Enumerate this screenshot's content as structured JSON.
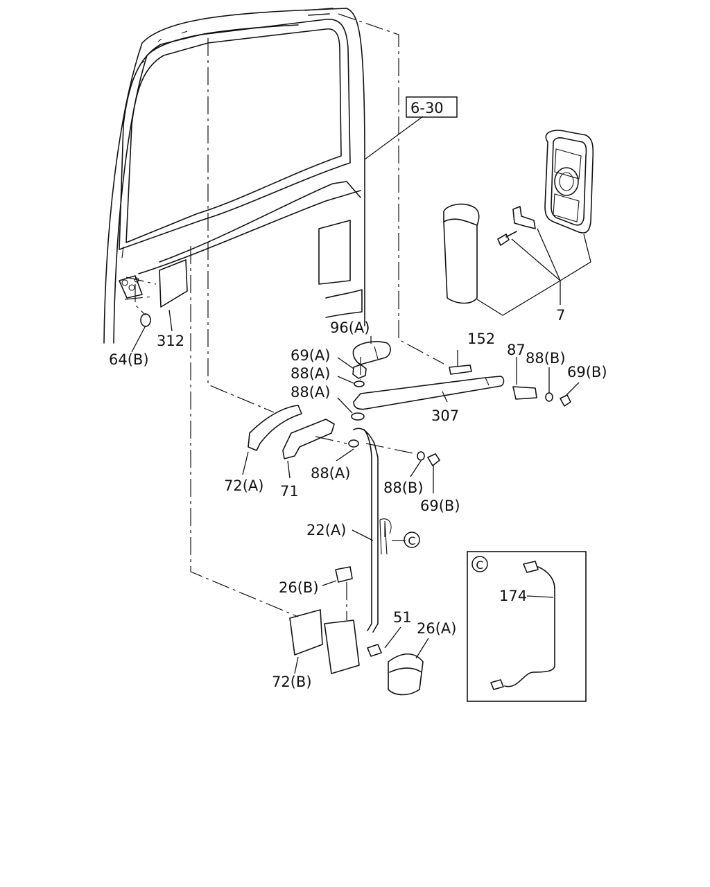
{
  "ref_box": "6-30",
  "labels": {
    "p7": "7",
    "p96a": "96(A)",
    "p152": "152",
    "p87": "87",
    "p88b_top": "88(B)",
    "p69b_top": "69(B)",
    "p69a": "69(A)",
    "p88a_1": "88(A)",
    "p88a_2": "88(A)",
    "p307": "307",
    "p312": "312",
    "p64b": "64(B)",
    "p72a": "72(A)",
    "p71": "71",
    "p88a_3": "88(A)",
    "p88b_mid": "88(B)",
    "p69b_mid": "69(B)",
    "p22a": "22(A)",
    "p26b": "26(B)",
    "p51": "51",
    "p26a": "26(A)",
    "p72b": "72(B)",
    "p174": "174"
  },
  "detail_marker": "C",
  "inset_marker": "C"
}
